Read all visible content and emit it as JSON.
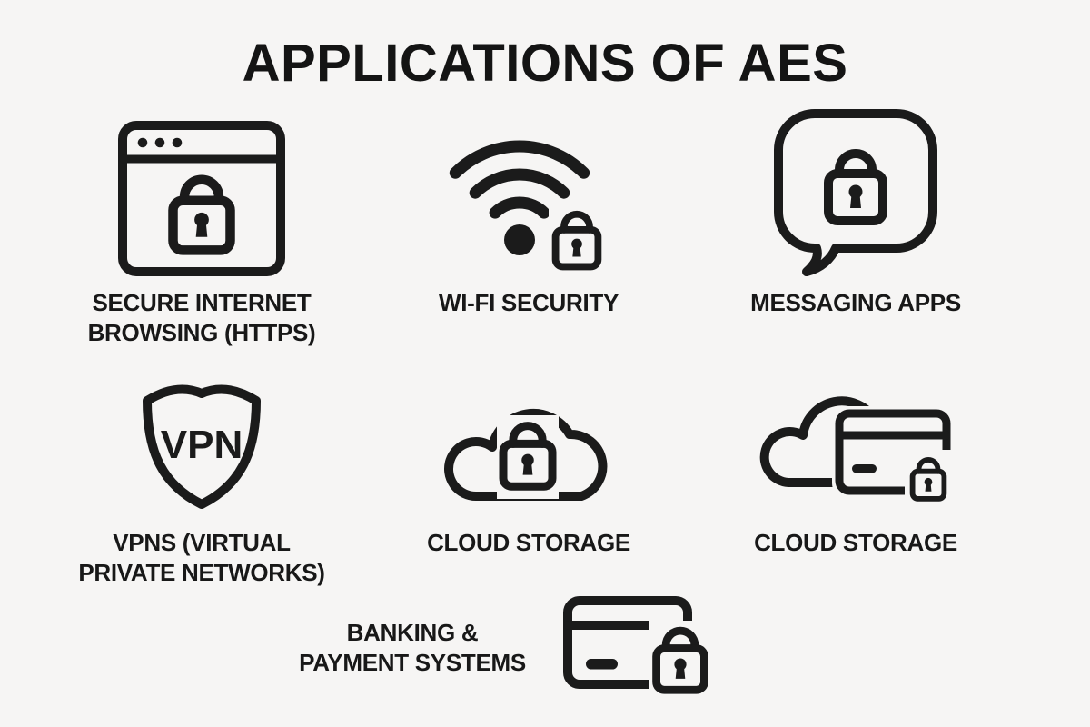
{
  "title": "APPLICATIONS OF AES",
  "colors": {
    "background": "#f6f5f4",
    "ink": "#1b1b1b"
  },
  "items": [
    {
      "id": "secure-browsing",
      "icon": "browser-lock-icon",
      "label_line1": "SECURE INTERNET",
      "label_line2": "BROWSING (HTTPS)"
    },
    {
      "id": "wifi-security",
      "icon": "wifi-lock-icon",
      "label_line1": "WI-FI SECURITY",
      "label_line2": ""
    },
    {
      "id": "messaging-apps",
      "icon": "speech-bubble-lock-icon",
      "label_line1": "MESSAGING APPS",
      "label_line2": ""
    },
    {
      "id": "vpn",
      "icon": "vpn-shield-icon",
      "shield_text": "VPN",
      "label_line1": "VPNS (VIRTUAL",
      "label_line2": "PRIVATE NETWORKS)"
    },
    {
      "id": "cloud-storage",
      "icon": "cloud-lock-icon",
      "label_line1": "CLOUD STORAGE",
      "label_line2": ""
    },
    {
      "id": "cloud-storage-2",
      "icon": "cloud-card-lock-icon",
      "label_line1": "CLOUD STORAGE",
      "label_line2": ""
    }
  ],
  "bottom_item": {
    "id": "banking",
    "icon": "credit-card-lock-icon",
    "label_line1": "BANKING &",
    "label_line2": "PAYMENT SYSTEMS"
  }
}
